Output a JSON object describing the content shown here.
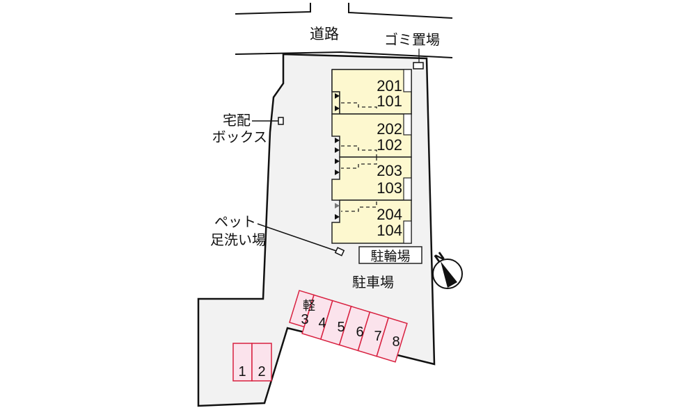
{
  "colors": {
    "lot": "#f2f2f2",
    "building": "#fdf8cf",
    "parking_fill": "#fbe3ec",
    "parking_border": "#d8203f",
    "line": "#111111"
  },
  "labels": {
    "road": "道路",
    "garbage": "ゴミ置場",
    "delivery_box_line1": "宅配",
    "delivery_box_line2": "ボックス",
    "pet_wash_line1": "ペット",
    "pet_wash_line2": "足洗い場",
    "bicycle_parking": "駐輪場",
    "parking_lot": "駐車場",
    "kei_car": "軽",
    "north": "N"
  },
  "units": [
    {
      "upper": "201",
      "lower": "101"
    },
    {
      "upper": "202",
      "lower": "102"
    },
    {
      "upper": "203",
      "lower": "103"
    },
    {
      "upper": "204",
      "lower": "104"
    }
  ],
  "parking_spaces": {
    "row_a": [
      "3",
      "4",
      "5",
      "6",
      "7",
      "8"
    ],
    "row_b": [
      "1",
      "2"
    ]
  }
}
